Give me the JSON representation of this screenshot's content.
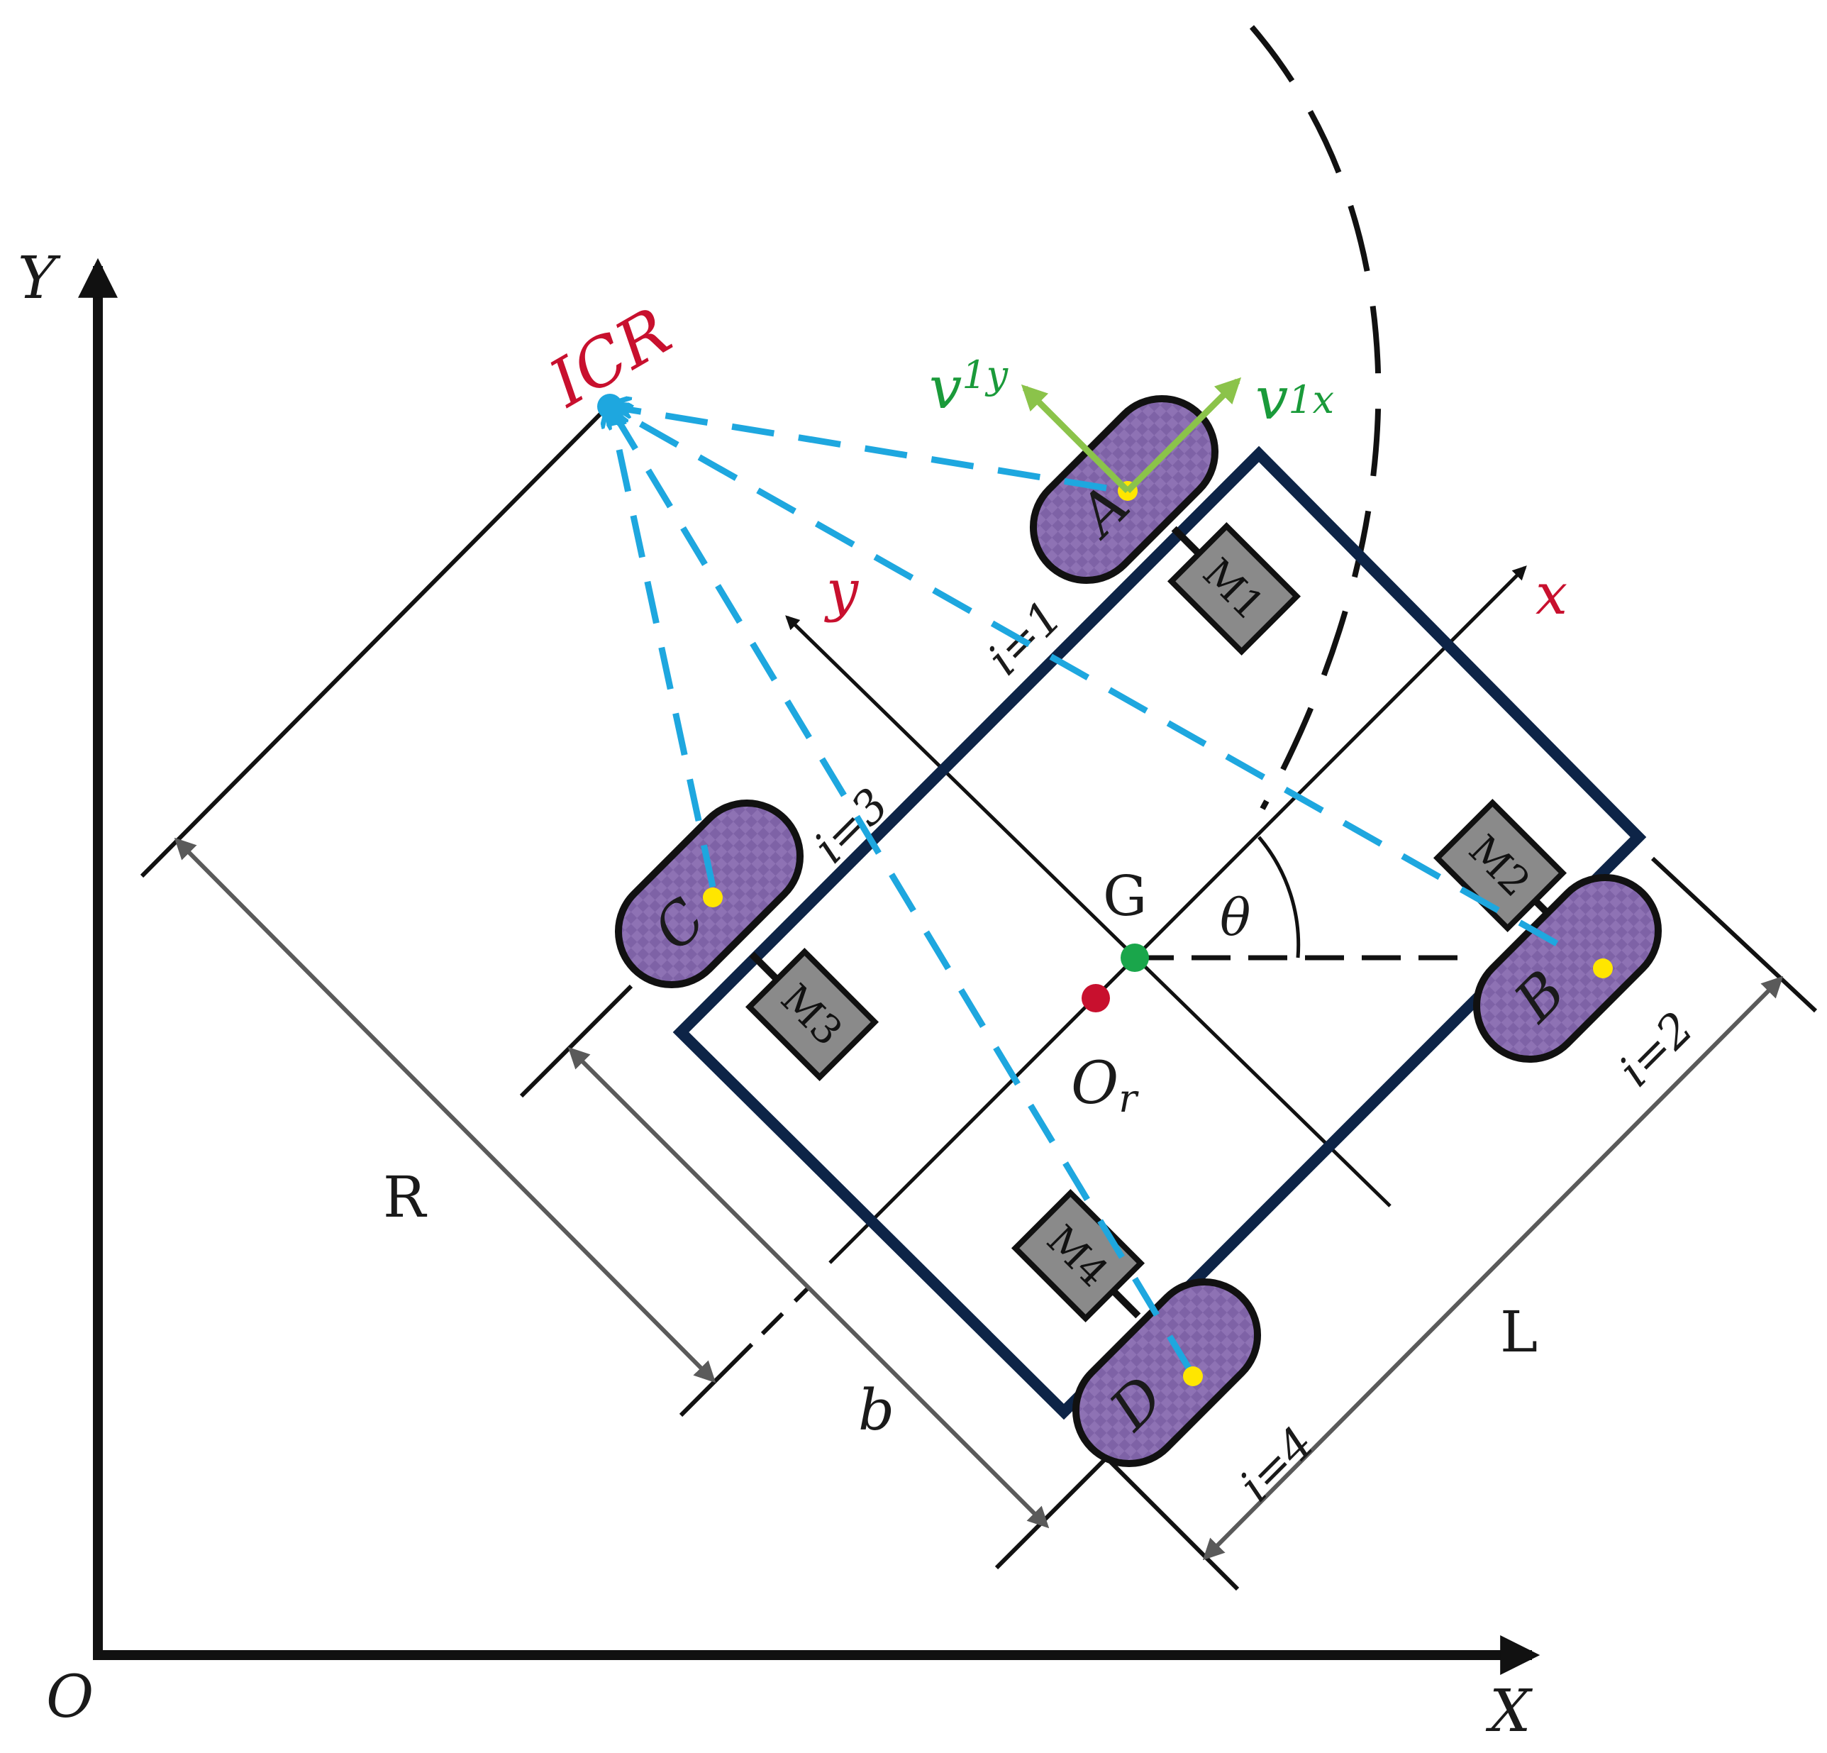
{
  "labels": {
    "axis_x": "X",
    "axis_y": "Y",
    "origin": "O",
    "icr": "ICR",
    "body_x": "x",
    "body_y": "y",
    "center_g": "G",
    "theta": "θ",
    "origin_r_main": "O",
    "origin_r_sub": "r",
    "dim_r": "R",
    "dim_b": "b",
    "dim_l": "L",
    "v1x_main": "v",
    "v1x_sub": "1x",
    "v1y_main": "v",
    "v1y_sub": "1y"
  },
  "wheels": {
    "a": "A",
    "b": "B",
    "c": "C",
    "d": "D"
  },
  "wheel_indices": {
    "i1": "i=1",
    "i2": "i=2",
    "i3": "i=3",
    "i4": "i=4"
  },
  "motors": {
    "m1": "M1",
    "m2": "M2",
    "m3": "M3",
    "m4": "M4"
  },
  "colors": {
    "frame": "#0d2447",
    "wheel_fill": "#8e72b4",
    "wheel_pattern": "#7a5fa3",
    "icr_line": "#1ea7df",
    "velocity": "#8bc34a",
    "motor_fill": "#8a8a8a",
    "center_g": "#1aa64b",
    "origin_r": "#c8102e",
    "contact_point": "#ffe600"
  }
}
